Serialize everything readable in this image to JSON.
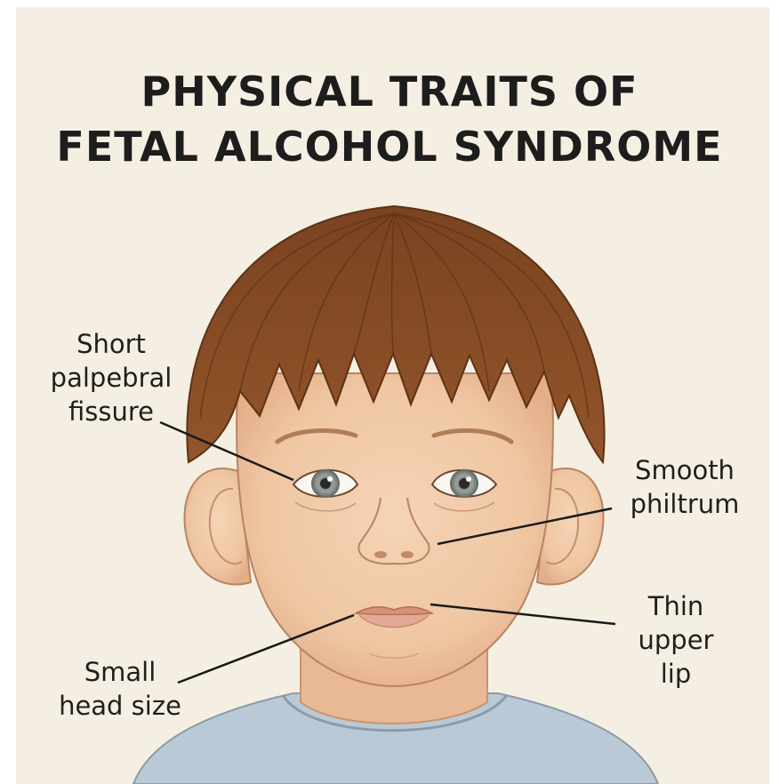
{
  "title": {
    "line1": "PHYSICAL TRAITS OF",
    "line2": "FETAL ALCOHOL SYNDROME"
  },
  "labels": {
    "palpebral": [
      "Short",
      "palpebral",
      "fissure"
    ],
    "philtrum": [
      "Smooth",
      "philtrum"
    ],
    "upper_lip": [
      "Thin",
      "upper",
      "lip"
    ],
    "head_size": [
      "Small",
      "head size"
    ]
  },
  "colors": {
    "background": "#f5efe3",
    "hair": "#8a4f26",
    "skin": "#f0c9a8",
    "shirt": "#b9cad6",
    "iris": "#8d9490",
    "text": "#1d1d1d"
  }
}
